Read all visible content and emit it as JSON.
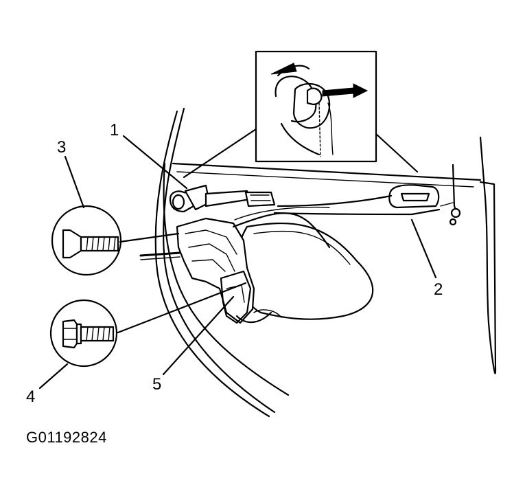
{
  "callouts": [
    {
      "id": "1",
      "text": "1"
    },
    {
      "id": "2",
      "text": "2"
    },
    {
      "id": "3",
      "text": "3"
    },
    {
      "id": "4",
      "text": "4"
    },
    {
      "id": "5",
      "text": "5"
    }
  ],
  "figure_id": "G01192824",
  "colors": {
    "ink": "#000000",
    "paper": "#ffffff"
  }
}
